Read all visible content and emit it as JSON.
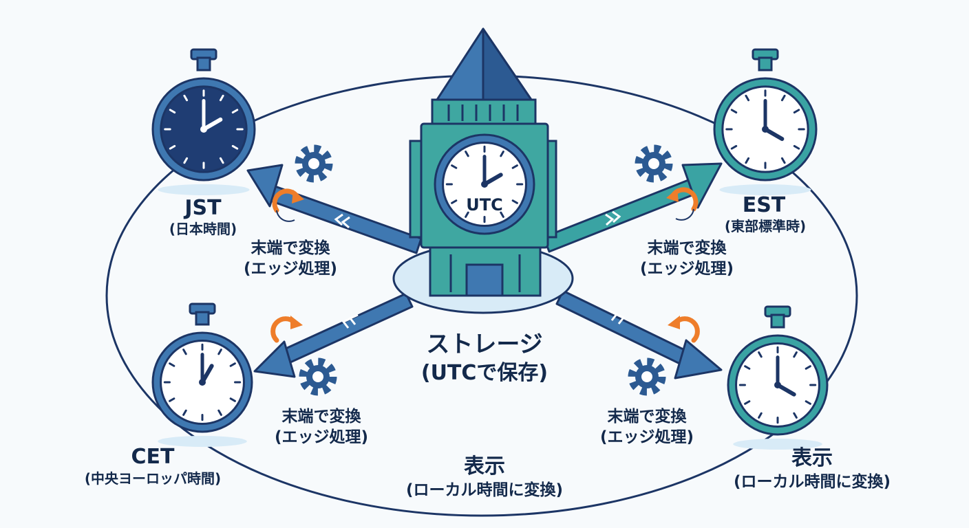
{
  "colors": {
    "navy": "#1f3d73",
    "outline": "#1c3565",
    "arrow_blue": "#3f78b1",
    "arrow_teal": "#3aa3a3",
    "tower_teal": "#3fa7a1",
    "accent_orange": "#ee7d2a",
    "pale_blue": "#d8ebf7",
    "text": "#13294b"
  },
  "icons": [
    "clock-tower-icon",
    "stopwatch-icon",
    "gear-icon",
    "refresh-arrow-icon",
    "double-chevron-icon"
  ],
  "center": {
    "clock_label": "UTC",
    "storage_title": "ストレージ",
    "storage_sub": "(UTCで保存)"
  },
  "clocks": {
    "jst": {
      "name": "JST",
      "desc": "(日本時間)",
      "hour": 2,
      "minute": 0
    },
    "est": {
      "name": "EST",
      "desc": "(東部標準時)",
      "hour": 4,
      "minute": 0
    },
    "cet": {
      "name": "CET",
      "desc": "(中央ヨーロッパ時間)",
      "hour": 1,
      "minute": 0
    },
    "br": {
      "hour": 4,
      "minute": 0
    }
  },
  "edge_labels": {
    "top_left": {
      "line1": "末端で変換",
      "line2": "(エッジ処理)"
    },
    "top_right": {
      "line1": "末端で変換",
      "line2": "(エッジ処理)"
    },
    "bottom_left": {
      "line1": "末端で変換",
      "line2": "(エッジ処理)"
    },
    "bottom_right": {
      "line1": "末端で変換",
      "line2": "(エッジ処理)"
    }
  },
  "display_labels": {
    "bottom_center": {
      "title": "表示",
      "sub": "(ローカル時間に変換)"
    },
    "bottom_right": {
      "title": "表示",
      "sub": "(ローカル時間に変換)"
    }
  }
}
